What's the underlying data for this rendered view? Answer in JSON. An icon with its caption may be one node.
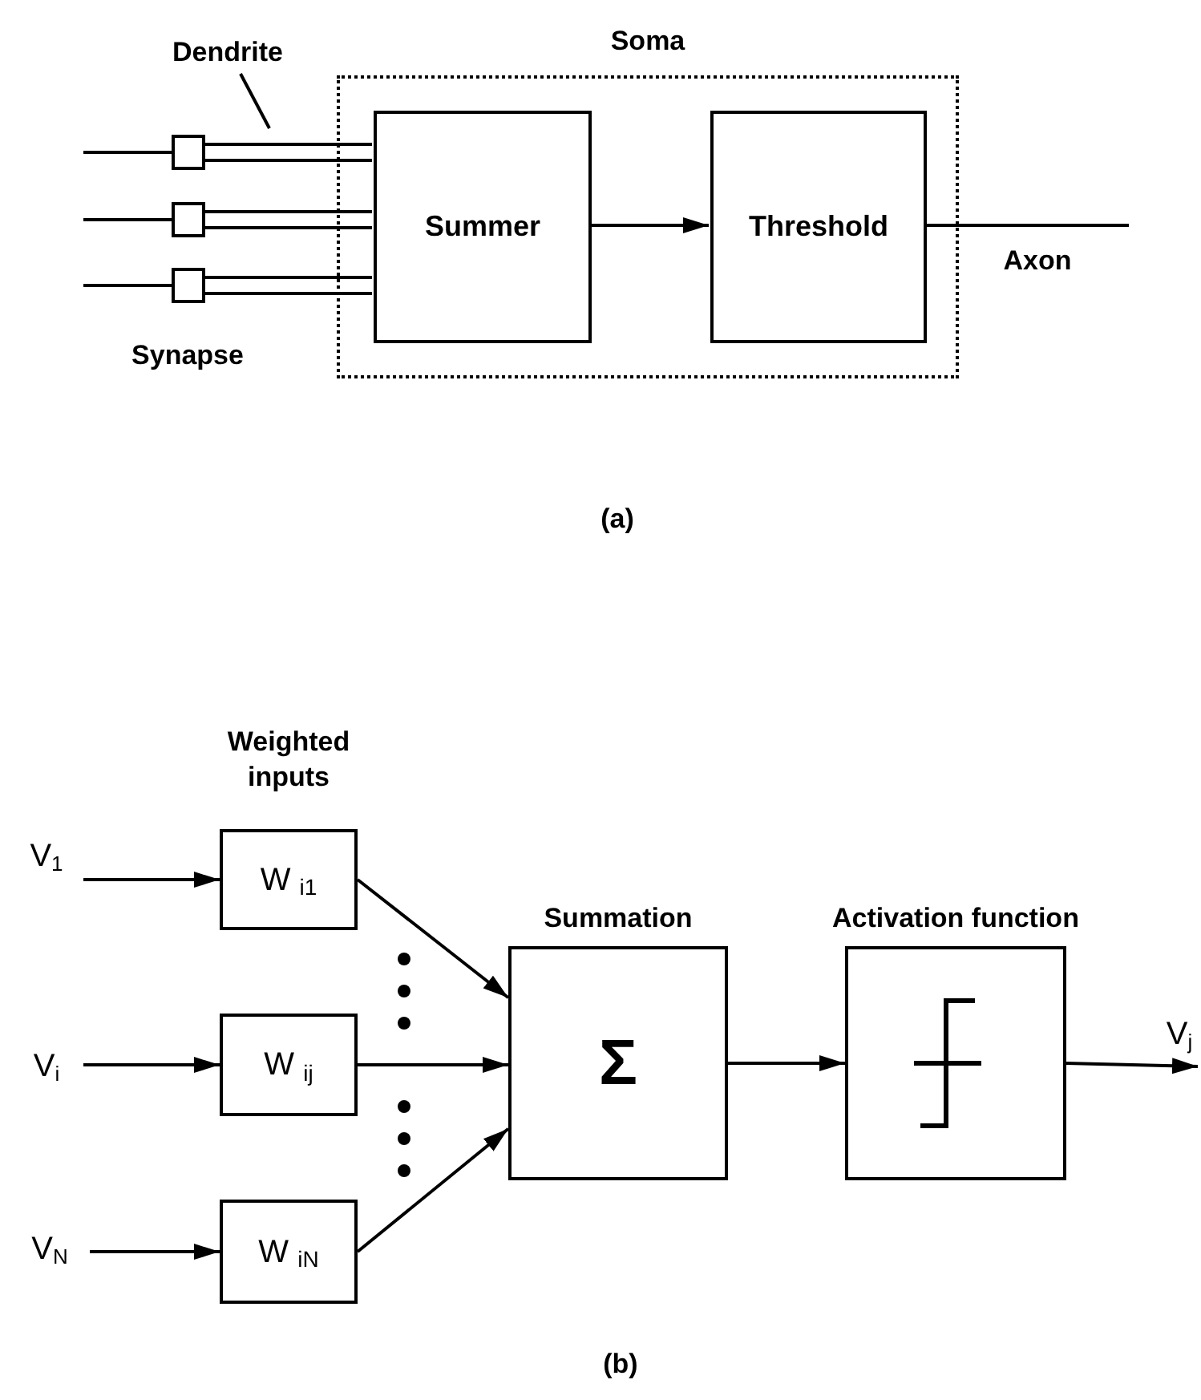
{
  "diagram": {
    "nodes": [
      {
        "text": [
          "Soma"
        ]
      },
      {
        "text": [
          "Summer"
        ],
        "in": 0
      },
      {
        "text": [
          "Threshold"
        ],
        "in": 0
      },
      {
        "text": [],
        "shape": "box"
      },
      {
        "text": [],
        "shape": "box"
      },
      {
        "text": [],
        "shape": "box"
      },
      {
        "text": [
          "Dendrite"
        ]
      },
      {
        "text": [
          "V$_{1}$"
        ]
      },
      {
        "text": [
          "V$_{i}$"
        ]
      },
      {
        "text": [
          "V$_{N}$"
        ]
      },
      {
        "text": [
          "W $_{i1}$"
        ]
      },
      {
        "text": [
          "W $_{ij}$"
        ]
      },
      {
        "text": [
          "W $_{iN}$"
        ]
      },
      {
        "text": [
          "Summation",
          "Σ"
        ]
      },
      {
        "text": [
          "Activation function"
        ]
      },
      {
        "text": [
          "V$_{j}$"
        ]
      }
    ],
    "edges": [
      {
        "from": null,
        "to": 3,
        "arrow": "none"
      },
      {
        "from": null,
        "to": 4,
        "arrow": "none"
      },
      {
        "from": null,
        "to": 5,
        "arrow": "none"
      },
      {
        "from": 3,
        "to": 1,
        "arrow": "none"
      },
      {
        "from": 4,
        "to": 1,
        "arrow": "none"
      },
      {
        "from": 5,
        "to": 1,
        "arrow": "none"
      },
      {
        "from": 1,
        "to": 2,
        "arrow": "to"
      },
      {
        "from": 2,
        "to": null,
        "arrow": "none"
      },
      {
        "from": 6,
        "to": null,
        "arrow": "none"
      },
      {
        "from": 7,
        "to": 10,
        "arrow": "to"
      },
      {
        "from": 8,
        "to": 11,
        "arrow": "to"
      },
      {
        "from": 9,
        "to": 12,
        "arrow": "to"
      },
      {
        "from": 10,
        "to": 13,
        "arrow": "to"
      },
      {
        "from": 11,
        "to": 13,
        "arrow": "to"
      },
      {
        "from": 12,
        "to": 13,
        "arrow": "to"
      },
      {
        "from": 13,
        "to": 14,
        "arrow": "to"
      },
      {
        "from": 14,
        "to": 15,
        "arrow": "to"
      }
    ],
    "labels": [
      "Synapse",
      "Axon",
      "(a)",
      "Weighted inputs",
      "(b)"
    ]
  }
}
